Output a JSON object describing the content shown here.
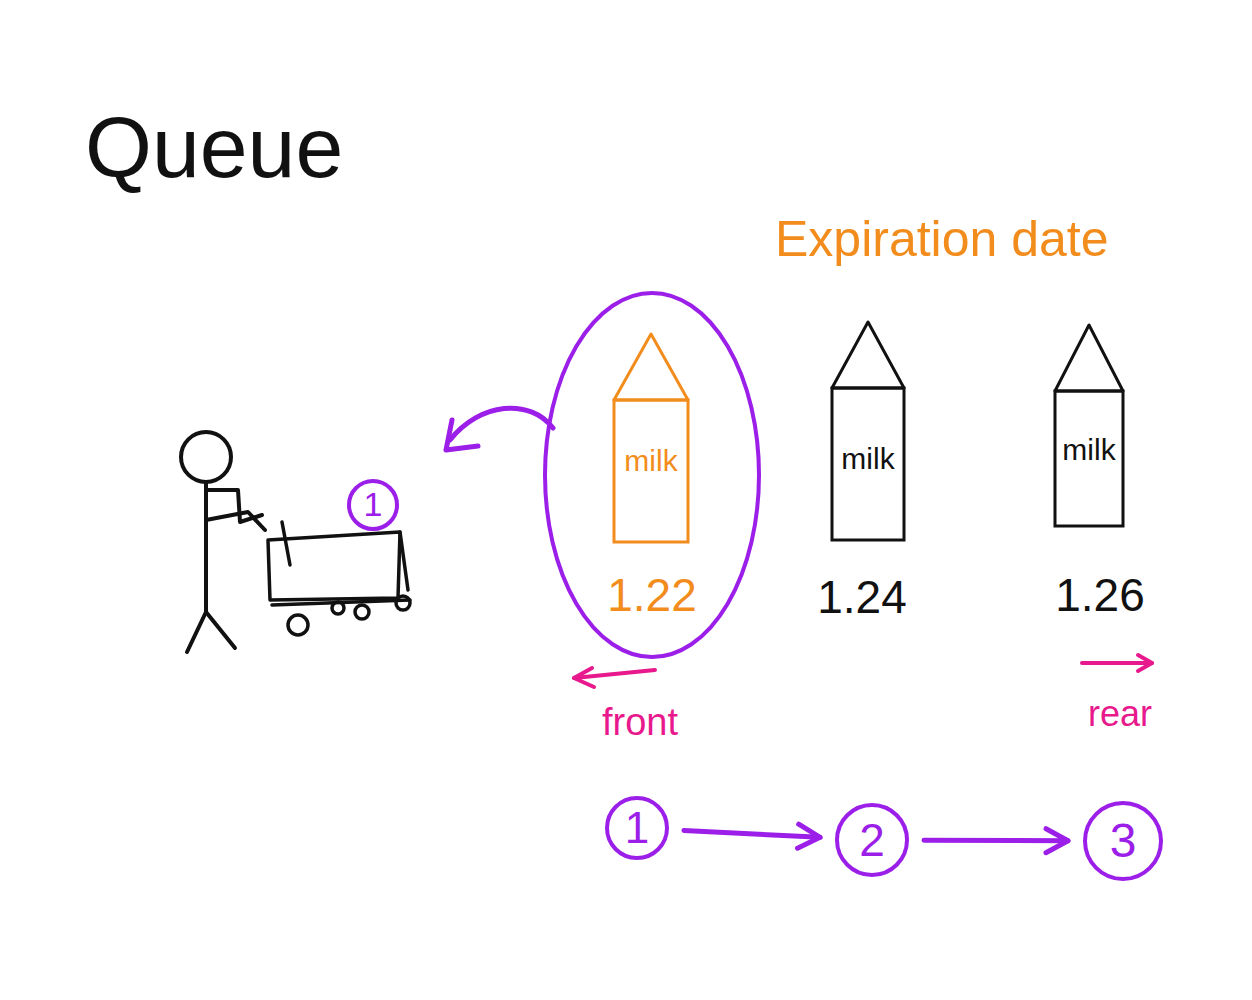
{
  "diagram": {
    "title": "Queue",
    "nodes": [
      {
        "text": [
          "1.22"
        ]
      },
      {
        "text": [
          "milk"
        ],
        "in": 0
      },
      {
        "text": [
          "milk"
        ]
      },
      {
        "text": [
          "milk"
        ]
      },
      {
        "text": [
          "1"
        ]
      },
      {
        "text": [
          "1"
        ]
      },
      {
        "text": [
          "2"
        ]
      },
      {
        "text": [
          "3"
        ]
      }
    ],
    "edges": [
      {
        "from": 5,
        "to": 6,
        "arrow": "to"
      },
      {
        "from": 6,
        "to": 7,
        "arrow": "to"
      }
    ],
    "labels": [
      "Expiration date",
      "1.24",
      "1.26",
      "front",
      "rear"
    ]
  }
}
